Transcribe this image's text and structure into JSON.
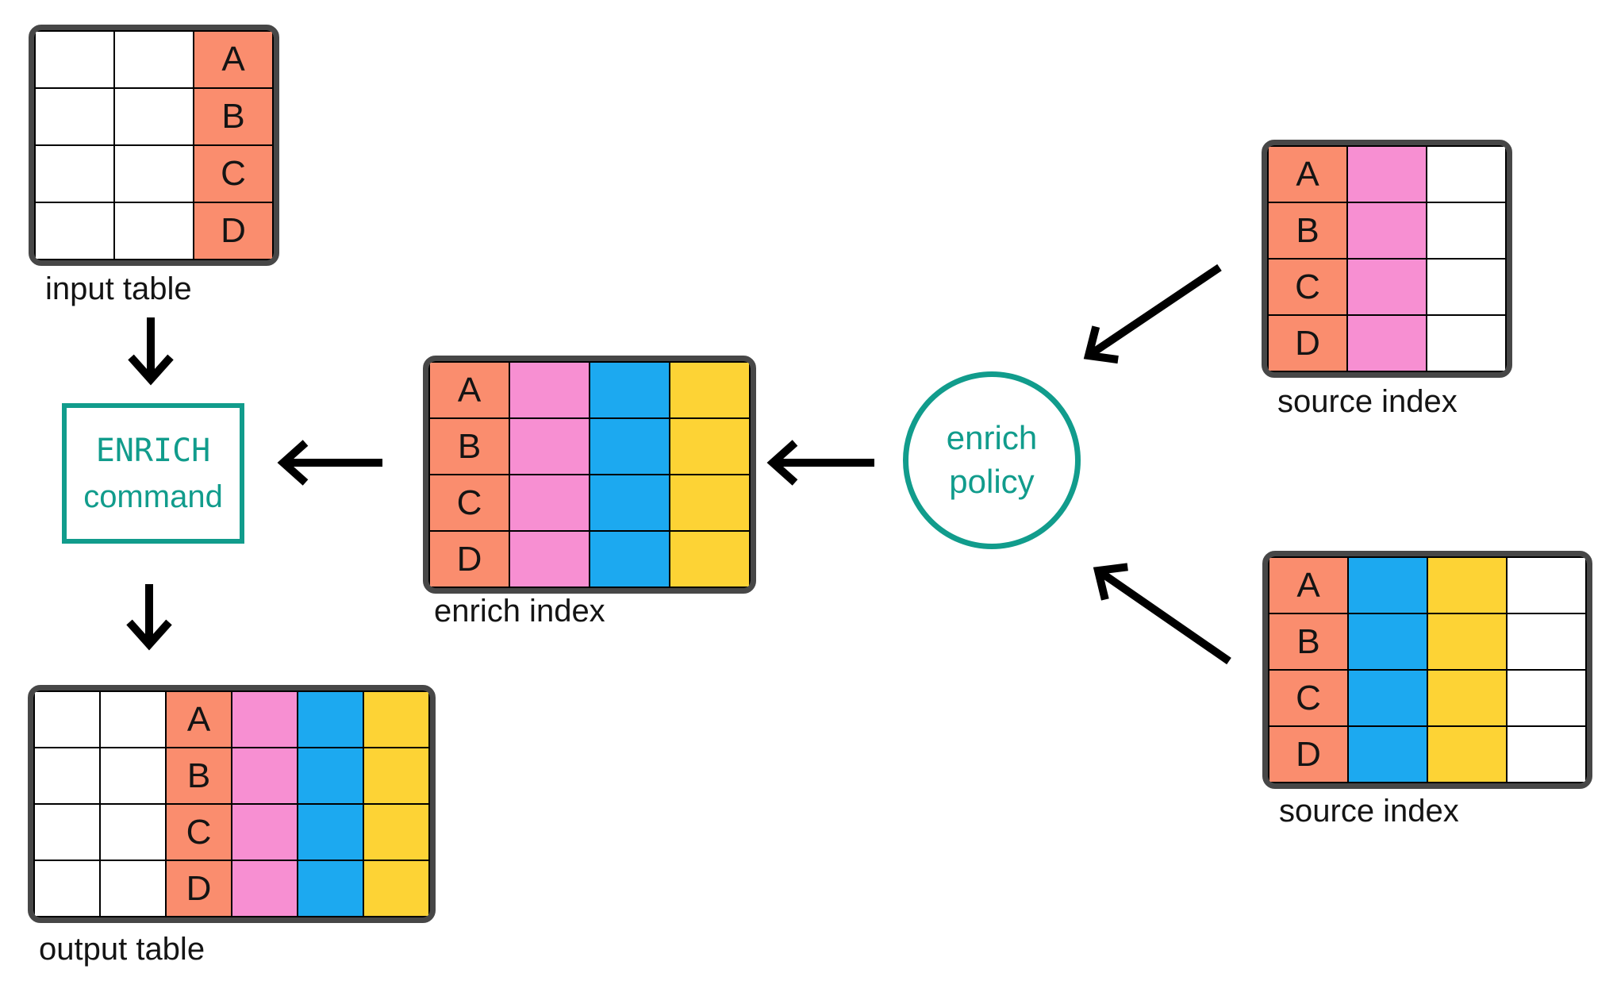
{
  "diagram": {
    "colors": {
      "salmon": "#FA8D6E",
      "pink": "#F78FD2",
      "blue": "#1CA9F0",
      "yellow": "#FDD335",
      "teal": "#119C8C",
      "table_outline": "#474747",
      "arrow": "#000000",
      "background": "#FFFFFF"
    },
    "nodes": {
      "input_table": {
        "label": "input table",
        "keys": [
          "A",
          "B",
          "C",
          "D"
        ],
        "columns": [
          "blank",
          "blank",
          "key-salmon"
        ]
      },
      "enrich_command": {
        "label_line1": "ENRICH",
        "label_line2": "command"
      },
      "output_table": {
        "label": "output table",
        "keys": [
          "A",
          "B",
          "C",
          "D"
        ],
        "columns": [
          "blank",
          "blank",
          "key-salmon",
          "pink",
          "blue",
          "yellow"
        ]
      },
      "enrich_index": {
        "label": "enrich index",
        "keys": [
          "A",
          "B",
          "C",
          "D"
        ],
        "columns": [
          "key-salmon",
          "pink",
          "blue",
          "yellow"
        ]
      },
      "enrich_policy": {
        "label_line1": "enrich",
        "label_line2": "policy"
      },
      "source_index_top": {
        "label": "source index",
        "keys": [
          "A",
          "B",
          "C",
          "D"
        ],
        "columns": [
          "key-salmon",
          "pink",
          "blank"
        ]
      },
      "source_index_bottom": {
        "label": "source index",
        "keys": [
          "A",
          "B",
          "C",
          "D"
        ],
        "columns": [
          "key-salmon",
          "blue",
          "yellow",
          "blank"
        ]
      }
    },
    "arrows": [
      {
        "from": "input table",
        "to": "ENRICH command"
      },
      {
        "from": "enrich index",
        "to": "ENRICH command"
      },
      {
        "from": "enrich policy",
        "to": "enrich index"
      },
      {
        "from": "source index (top)",
        "to": "enrich policy"
      },
      {
        "from": "source index (bottom)",
        "to": "enrich policy"
      },
      {
        "from": "ENRICH command",
        "to": "output table"
      }
    ]
  }
}
